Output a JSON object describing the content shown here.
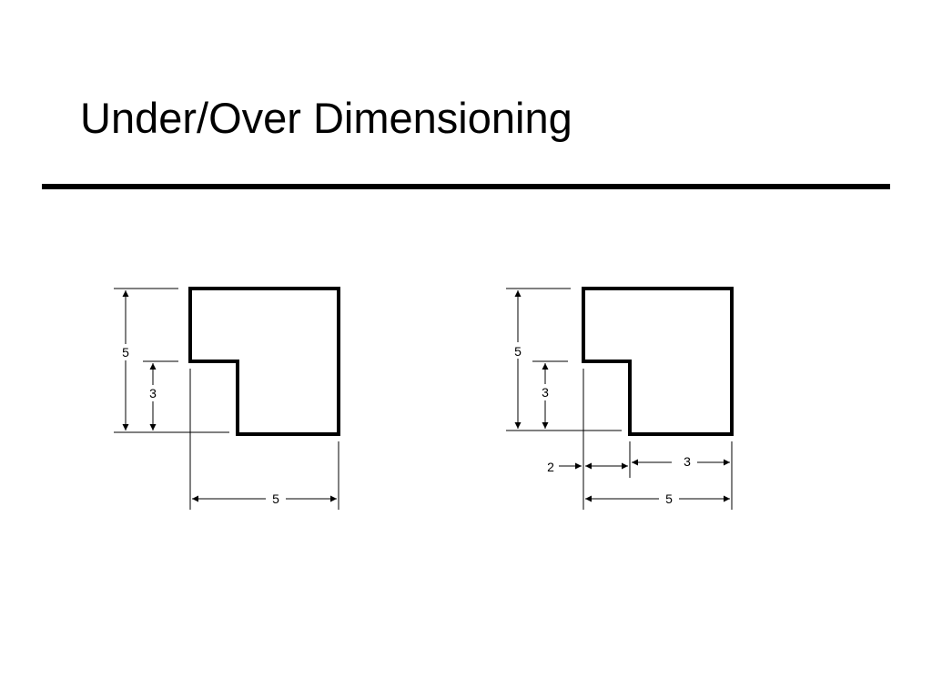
{
  "slide": {
    "title": "Under/Over Dimensioning"
  },
  "colors": {
    "ink": "#000000",
    "background": "#ffffff"
  },
  "left_drawing": {
    "dims": {
      "overall_height": "5",
      "step_height": "3",
      "overall_width": "5"
    }
  },
  "right_drawing": {
    "dims": {
      "overall_height": "5",
      "step_height": "3",
      "step_width": "2",
      "bottom_width": "3",
      "overall_width": "5"
    }
  }
}
